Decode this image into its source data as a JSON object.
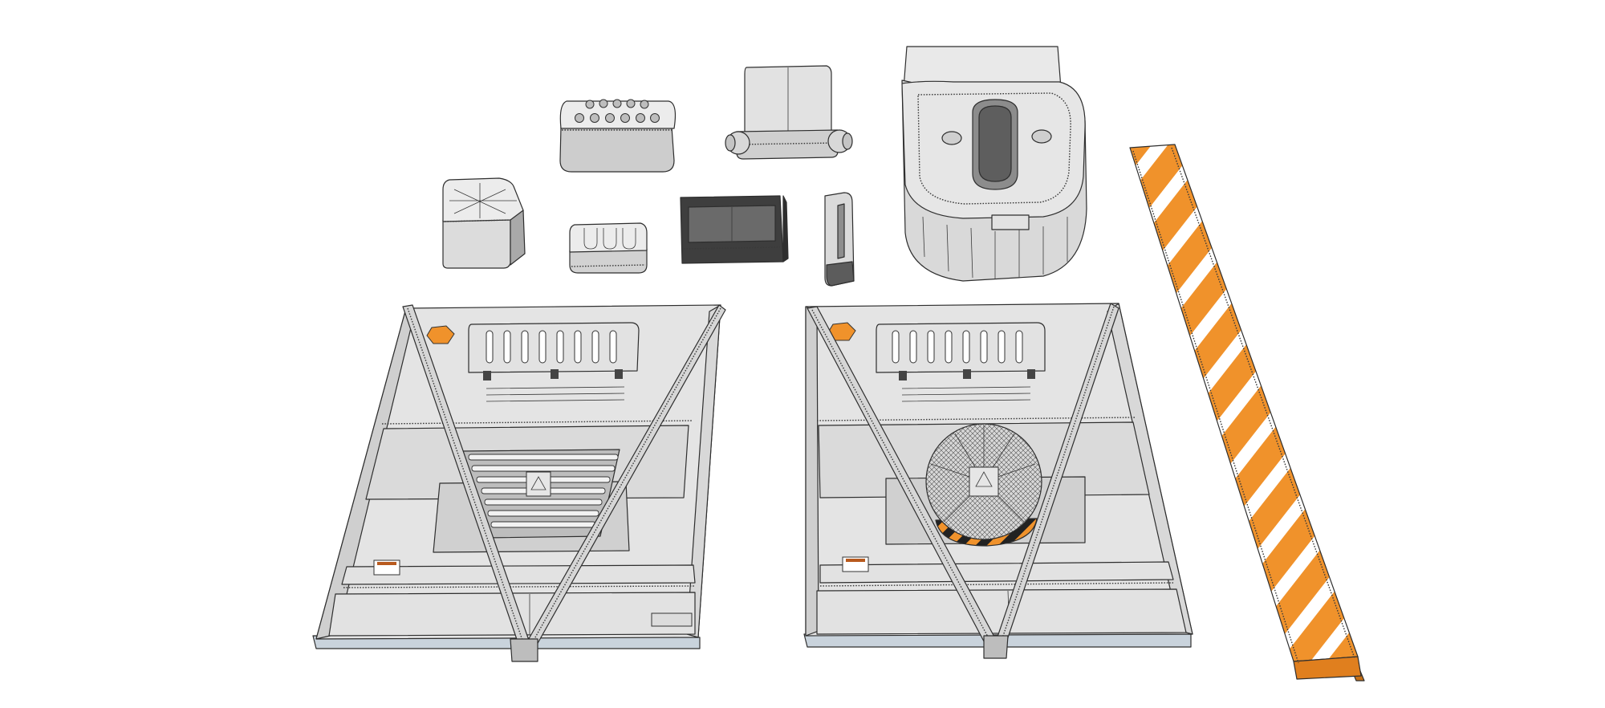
{
  "scene": {
    "background": "#ffffff",
    "palette": {
      "metal_light": "#e6e6e6",
      "metal_mid": "#cfcfcf",
      "metal_dark": "#9a9a9a",
      "shadow": "#6e6e6e",
      "screen": "#5f5f5f",
      "accent_orange": "#f0922b",
      "stripe_white": "#ffffff",
      "hazard_black": "#222222",
      "floor_blue": "#c9d3dc"
    },
    "objects": [
      {
        "name": "speaker-box",
        "kind": "rounded box with round perforations on top"
      },
      {
        "name": "coupler-block",
        "kind": "box with cylindrical side knobs"
      },
      {
        "name": "hatch-dome",
        "kind": "rounded housing with oval hatch"
      },
      {
        "name": "hazard-beam",
        "kind": "orange bar with white diagonal stripes"
      },
      {
        "name": "x-crate",
        "kind": "cube with X-braced top"
      },
      {
        "name": "grooved-pad",
        "kind": "small block with U-shaped grooves"
      },
      {
        "name": "monitor-panel",
        "kind": "dark screen panel"
      },
      {
        "name": "slot-pillar",
        "kind": "tall slotted post"
      },
      {
        "name": "floor-module-vented",
        "kind": "open-top floor module with slatted vent"
      },
      {
        "name": "floor-module-fan",
        "kind": "open-top floor module with round fan and hazard stripes"
      }
    ]
  }
}
